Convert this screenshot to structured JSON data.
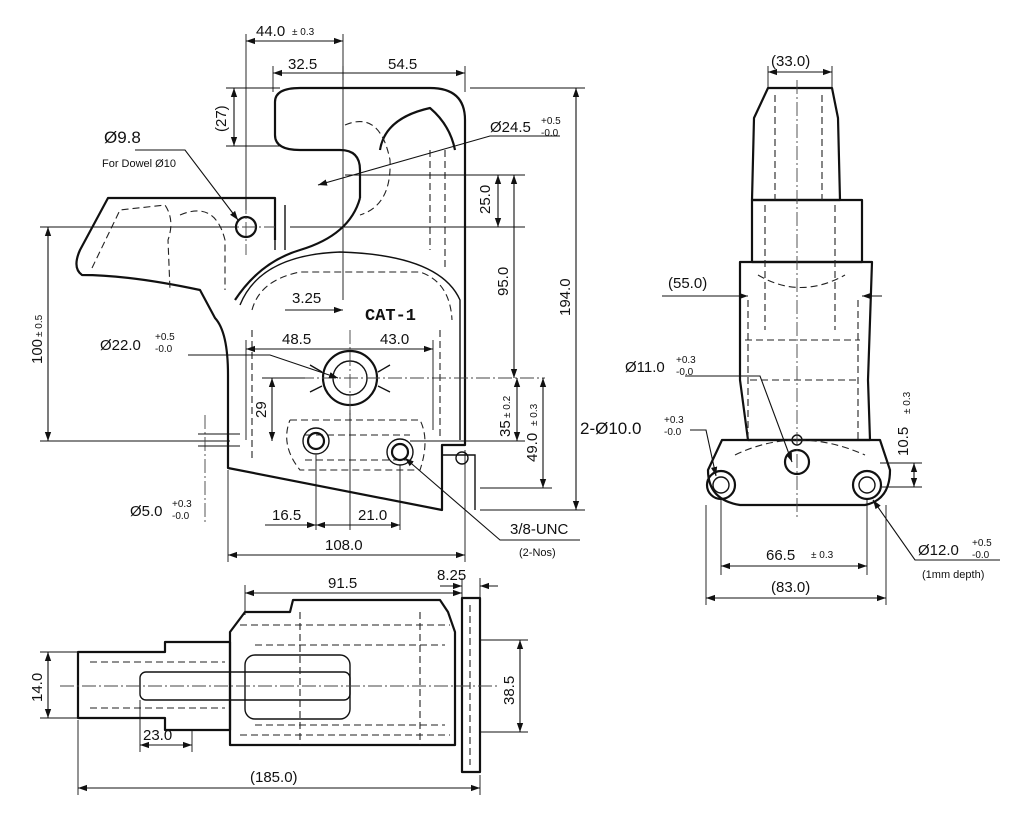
{
  "front_view": {
    "dim_44": "44.0",
    "tol_44": "± 0.3",
    "dim_32_5": "32.5",
    "dim_54_5": "54.5",
    "dim_27": "(27)",
    "dia_9_8": "Ø9.8",
    "note_dowel": "For Dowel Ø10",
    "dia_24_5": "Ø24.5",
    "tol_24_5_plus": "+0.5",
    "tol_24_5_minus": "-0.0",
    "dim_25": "25.0",
    "dim_95": "95.0",
    "dim_194": "194.0",
    "dim_100": "100",
    "tol_100": "± 0.5",
    "dim_3_25": "3.25",
    "marking": "CAT-1",
    "dia_22": "Ø22.0",
    "tol_22_plus": "+0.5",
    "tol_22_minus": "-0.0",
    "dim_48_5": "48.5",
    "dim_43": "43.0",
    "dim_29": "29",
    "dim_35": "35",
    "tol_35": "± 0.2",
    "dim_49": "49.0",
    "tol_49": "± 0.3",
    "dia_5": "Ø5.0",
    "tol_5_plus": "+0.3",
    "tol_5_minus": "-0.0",
    "dim_16_5": "16.5",
    "dim_21": "21.0",
    "dim_108": "108.0",
    "thread": "3/8-UNC",
    "thread_qty": "(2-Nos)"
  },
  "side_view": {
    "dim_33": "(33.0)",
    "dim_55": "(55.0)",
    "dia_11": "Ø11.0",
    "tol_11_plus": "+0.3",
    "tol_11_minus": "-0.0",
    "dia_10": "2-Ø10.0",
    "tol_10_plus": "+0.3",
    "tol_10_minus": "-0.0",
    "dim_10_5": "10.5",
    "tol_10_5": "± 0.3",
    "dim_66_5": "66.5",
    "tol_66_5": "± 0.3",
    "dia_12": "Ø12.0",
    "tol_12_plus": "+0.5",
    "tol_12_minus": "-0.0",
    "note_depth": "(1mm depth)",
    "dim_83": "(83.0)"
  },
  "bottom_view": {
    "dim_91_5": "91.5",
    "dim_8_25": "8.25",
    "dim_14": "14.0",
    "dim_38_5": "38.5",
    "dim_23": "23.0",
    "dim_185": "(185.0)"
  }
}
